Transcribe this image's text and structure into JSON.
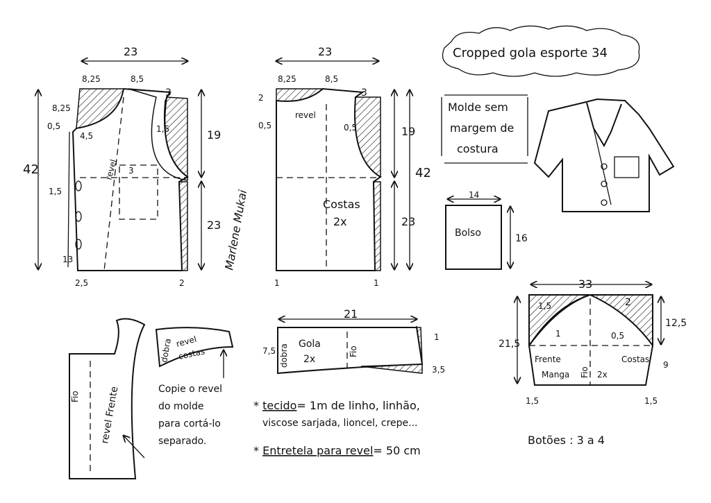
{
  "title": "Cropped gola esporte 34",
  "note": [
    "Molde sem",
    "margem de",
    "costura"
  ],
  "front": {
    "width": "23",
    "neck": "8,25",
    "shoulder": "8,5",
    "drop": "3",
    "neck_depth": "8,25",
    "left_05": "0,5",
    "left_45": "4,5",
    "armhole_15": "1,5",
    "upper": "19",
    "lower": "23",
    "total": "42",
    "pocket_drop": "3",
    "side_15": "1,5",
    "bottom_13": "13",
    "hem_left": "2,5",
    "hem_right": "2",
    "revel_label": "revel"
  },
  "back": {
    "width": "23",
    "neck": "8,25",
    "shoulder": "8,5",
    "drop": "3",
    "neck_rise": "2",
    "left_05": "0,5",
    "armhole_05": "0,5",
    "upper": "19",
    "lower": "23",
    "total": "42",
    "label": [
      "Costas",
      "2x"
    ],
    "hem_left": "1",
    "hem_right": "1",
    "revel_label": "revel"
  },
  "signature": "Marlene Mukai",
  "pocket": {
    "width": "14",
    "height": "16",
    "label": "Bolso"
  },
  "collar": {
    "width": "21",
    "height": "7,5",
    "fold": "dobra",
    "grain": "Fio",
    "label": [
      "Gola",
      "2x"
    ],
    "tip": "3,5",
    "top_right": "1"
  },
  "sleeve": {
    "width": "33",
    "height": "21,5",
    "cap": "12,5",
    "bottom_right": "9",
    "left_15": "1,5",
    "right_2": "2",
    "left_1": "1",
    "right_05": "0,5",
    "front": "Frente",
    "back": "Costas",
    "name": "Manga",
    "grain": "Fio",
    "count": "2x",
    "hem_left": "1,5",
    "hem_right": "1,5"
  },
  "revel_front": {
    "label": "revel Frente",
    "grain": "Fio"
  },
  "revel_back": {
    "fold": "dobra",
    "label": [
      "revel",
      "costas"
    ]
  },
  "instructions": [
    "Copie o revel",
    "do molde",
    "para cortá-lo",
    "separado."
  ],
  "materials": {
    "line1_key": "tecido",
    "line1": "= 1m  de linho, linhão,",
    "line2": "viscose sarjada, lioncel, crepe...",
    "line3_key": "Entretela para revel",
    "line3": "= 50 cm"
  },
  "buttons": "Botões : 3 a 4"
}
